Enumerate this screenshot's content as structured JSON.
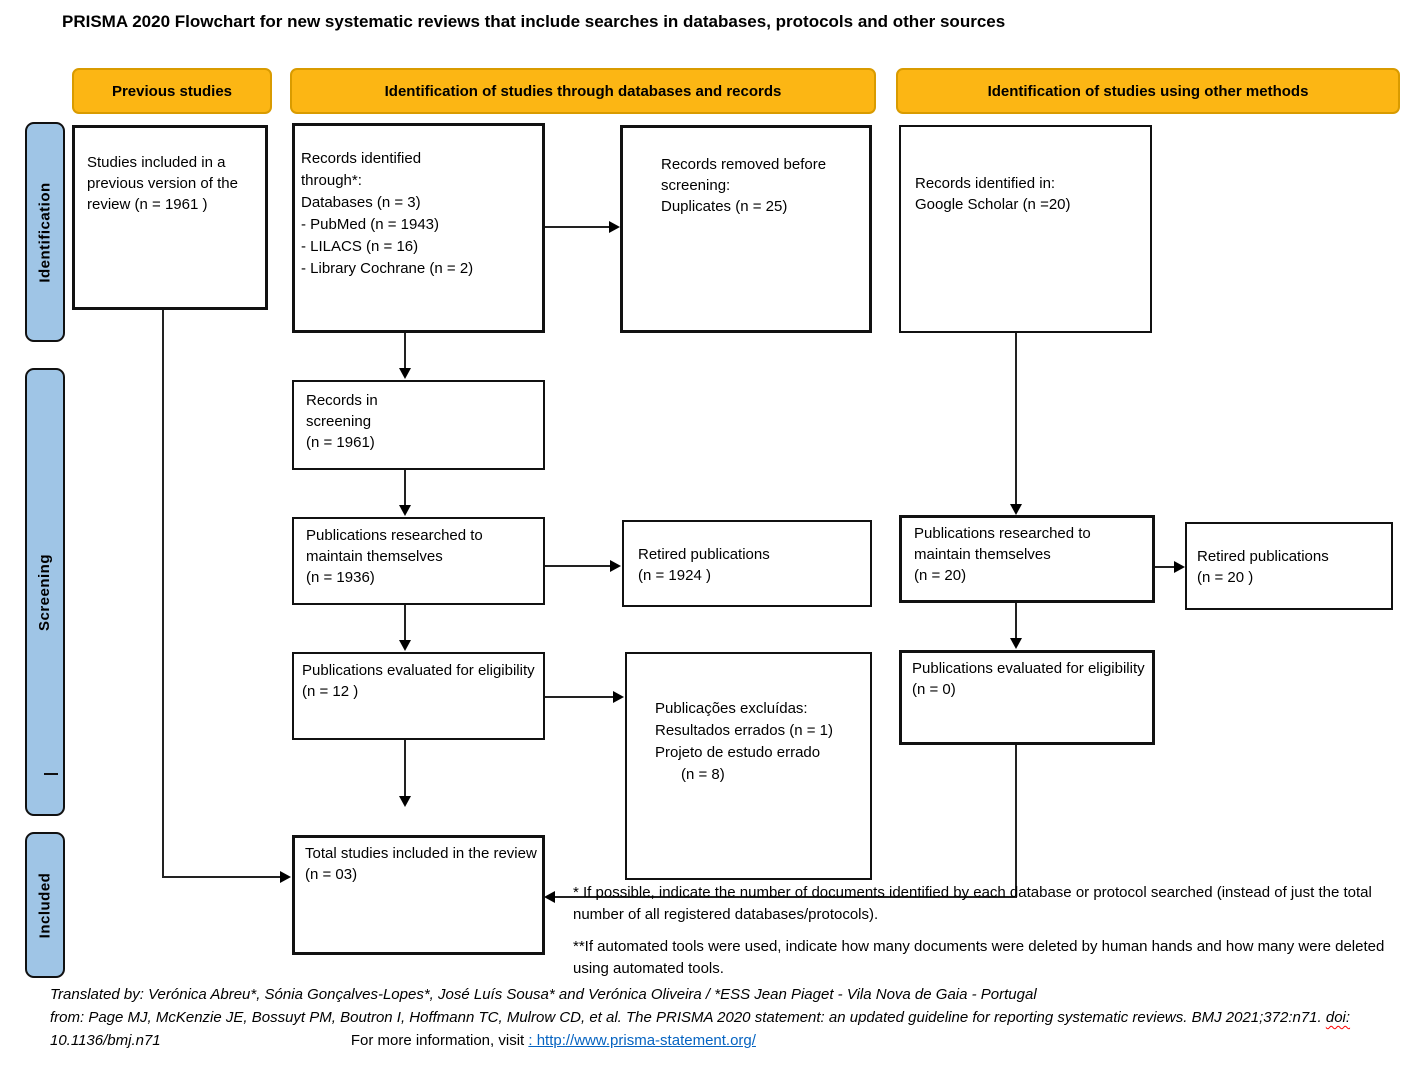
{
  "title": "PRISMA 2020 Flowchart for new systematic reviews that include searches in databases, protocols and other sources",
  "colors": {
    "header_bg": "#FCB614",
    "header_border": "#D99B00",
    "stage_bg": "#9FC5E6",
    "link": "#0563C1",
    "doi_underline": "#FF0000"
  },
  "headers": {
    "previous": "Previous studies",
    "databases": "Identification of studies through databases and records",
    "other": "Identification of studies using other methods"
  },
  "stages": {
    "identification": "Identification",
    "screening": "Screening",
    "included": "Included"
  },
  "boxes": {
    "previous": {
      "lines": [
        "Studies included in a",
        "previous version of the",
        "review (n = 1961 )"
      ]
    },
    "identified": {
      "lines": [
        "Records identified",
        "through*:",
        "Databases (n = 3)",
        "- PubMed (n = 1943)",
        "- LILACS (n = 16)",
        "- Library Cochrane (n = 2)"
      ]
    },
    "removed": {
      "lines": [
        "Records removed before",
        "screening:",
        "Duplicates (n = 25)"
      ]
    },
    "other_identified": {
      "lines": [
        "Records identified in:",
        "Google Scholar (n =20)"
      ]
    },
    "screening": {
      "lines": [
        "Records in",
        "screening",
        "(n = 1961)"
      ]
    },
    "researched_db": {
      "lines": [
        "Publications researched to",
        "maintain themselves",
        "(n = 1936)"
      ]
    },
    "retired_db": {
      "lines": [
        "Retired publications",
        "(n = 1924 )"
      ]
    },
    "eligibility_db": {
      "lines": [
        "Publications evaluated for eligibility",
        "(n = 12 )"
      ]
    },
    "excluded": {
      "lines": [
        "Publicações excluídas:",
        "Resultados errados (n = 1)",
        "Projeto de estudo errado",
        "(n = 8)"
      ]
    },
    "total": {
      "lines": [
        "Total studies included in the review",
        "(n =  03)"
      ]
    },
    "researched_other": {
      "lines": [
        "Publications researched to",
        "maintain themselves",
        "(n = 20)"
      ]
    },
    "retired_other": {
      "lines": [
        "Retired publications",
        "(n = 20 )"
      ]
    },
    "eligibility_other": {
      "lines": [
        "Publications evaluated for eligibility",
        "(n = 0)"
      ]
    }
  },
  "footnotes": {
    "f1": "* If possible, indicate the number of documents identified by each database or protocol searched (instead of just the total number of all registered databases/protocols).",
    "f2": "**If automated tools were used, indicate how many documents were deleted by human hands and how many were deleted using automated tools."
  },
  "credits": {
    "line1": "Translated by: Verónica Abreu*, Sónia Gonçalves-Lopes*, José Luís Sousa* and Verónica Oliveira / *ESS Jean Piaget - Vila Nova de Gaia - Portugal",
    "line2_text": "from: Page MJ, McKenzie JE, Bossuyt PM, Boutron I, Hoffmann TC, Mulrow CD, et al. The PRISMA 2020 statement: an updated guideline for reporting systematic reviews. BMJ 2021;372:n71. ",
    "line2_doi": "doi:",
    "line3_doi": "10.1136/bmj.n71",
    "line3_info": "For more information, visit ",
    "line3_link": ": http://www.prisma-statement.org/"
  }
}
